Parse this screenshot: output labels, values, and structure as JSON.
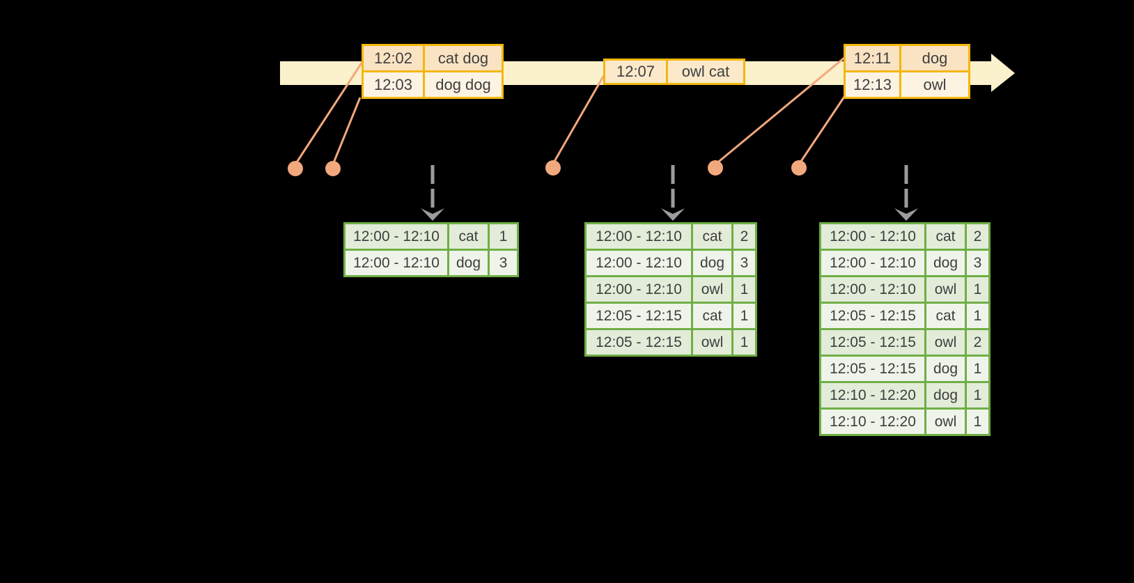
{
  "colors": {
    "bg": "#000000",
    "band": "#FBF1CC",
    "gold": "#F3B70C",
    "peach-dark": "#FAE3C3",
    "peach-mid": "#FBE9CA",
    "peach-light": "#FDF3E3",
    "green": "#6FAE45",
    "green-dark": "#E3ECD9",
    "green-light": "#EFF4EA",
    "salmon": "#F2A87D",
    "gray": "#9C9C9C",
    "text": "#3E3E3E"
  },
  "event_tables": {
    "t1": {
      "rows": [
        {
          "time": "12:02",
          "value": "cat dog"
        },
        {
          "time": "12:03",
          "value": "dog dog"
        }
      ]
    },
    "t2": {
      "rows": [
        {
          "time": "12:07",
          "value": "owl cat"
        }
      ]
    },
    "t3": {
      "rows": [
        {
          "time": "12:11",
          "value": "dog"
        },
        {
          "time": "12:13",
          "value": "owl"
        }
      ]
    }
  },
  "result_tables": {
    "t1": {
      "rows": [
        {
          "window": "12:00 - 12:10",
          "word": "cat",
          "count": "1"
        },
        {
          "window": "12:00 - 12:10",
          "word": "dog",
          "count": "3"
        }
      ]
    },
    "t2": {
      "rows": [
        {
          "window": "12:00 - 12:10",
          "word": "cat",
          "count": "2"
        },
        {
          "window": "12:00 - 12:10",
          "word": "dog",
          "count": "3"
        },
        {
          "window": "12:00 - 12:10",
          "word": "owl",
          "count": "1"
        },
        {
          "window": "12:05 - 12:15",
          "word": "cat",
          "count": "1"
        },
        {
          "window": "12:05 - 12:15",
          "word": "owl",
          "count": "1"
        }
      ]
    },
    "t3": {
      "rows": [
        {
          "window": "12:00 - 12:10",
          "word": "cat",
          "count": "2"
        },
        {
          "window": "12:00 - 12:10",
          "word": "dog",
          "count": "3"
        },
        {
          "window": "12:00 - 12:10",
          "word": "owl",
          "count": "1"
        },
        {
          "window": "12:05 - 12:15",
          "word": "cat",
          "count": "1"
        },
        {
          "window": "12:05 - 12:15",
          "word": "owl",
          "count": "2"
        },
        {
          "window": "12:05 - 12:15",
          "word": "dog",
          "count": "1"
        },
        {
          "window": "12:10 - 12:20",
          "word": "dog",
          "count": "1"
        },
        {
          "window": "12:10 - 12:20",
          "word": "owl",
          "count": "1"
        }
      ]
    }
  }
}
